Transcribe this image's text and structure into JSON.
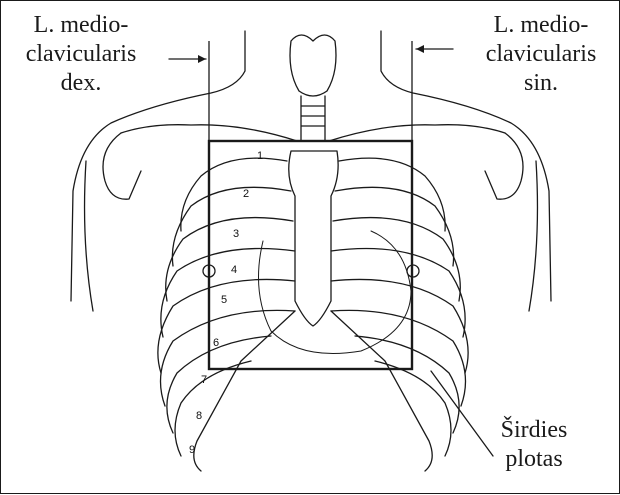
{
  "labels": {
    "right_mcl": [
      "L. medio-",
      "clavicularis",
      "dex."
    ],
    "left_mcl": [
      "L. medio-",
      "clavicularis",
      "sin."
    ],
    "heart_width": [
      "Širdies",
      "plotas"
    ]
  },
  "rib_numbers": [
    "1",
    "2",
    "3",
    "4",
    "5",
    "6",
    "7",
    "8",
    "9"
  ],
  "colors": {
    "line": "#1a1a1a",
    "background": "#ffffff"
  }
}
